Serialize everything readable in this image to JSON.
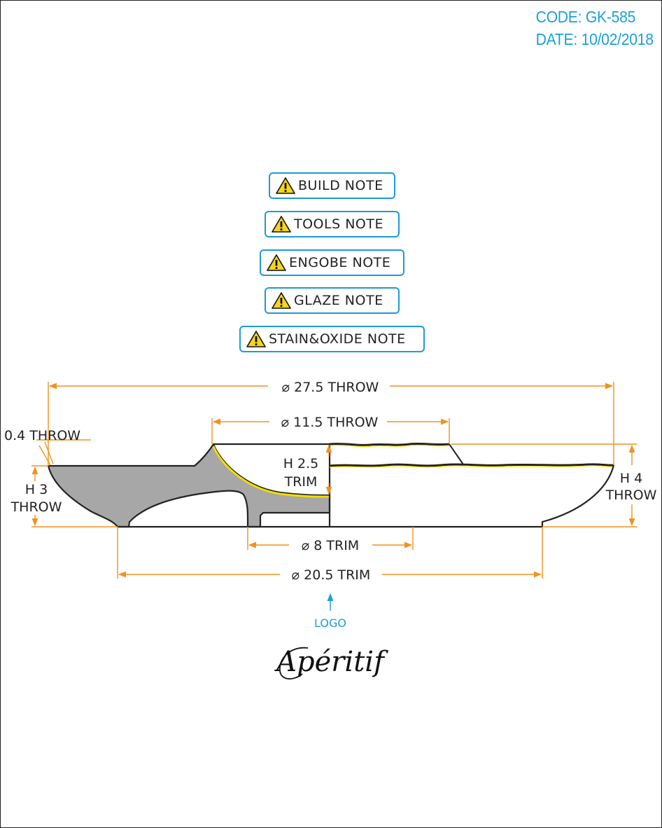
{
  "header": {
    "code": "CODE: GK-585",
    "date": "DATE: 10/02/2018"
  },
  "notes": [
    {
      "label": "BUILD NOTE",
      "icon": "warning-icon"
    },
    {
      "label": "TOOLS NOTE",
      "icon": "warning-icon"
    },
    {
      "label": "ENGOBE NOTE",
      "icon": "warning-icon"
    },
    {
      "label": "GLAZE NOTE",
      "icon": "warning-icon"
    },
    {
      "label": "STAIN&OXIDE NOTE",
      "icon": "warning-icon"
    }
  ],
  "dimensions": {
    "overall_diameter": "⌀ 27.5 THROW",
    "inner_diameter": "⌀ 11.5 THROW",
    "rim_thickness": "0.4 THROW",
    "left_height_value": "H 3",
    "left_height_unit": "THROW",
    "inner_height_value": "H 2.5",
    "inner_height_unit": "TRIM",
    "right_height_value": "H 4",
    "right_height_unit": "THROW",
    "foot_diameter": "⌀ 8 TRIM",
    "base_diameter": "⌀ 20.5 TRIM"
  },
  "logo": {
    "label": "LOGO",
    "brand": "Apéritif"
  },
  "colors": {
    "dimension": "#f0921e",
    "accent": "#1aa0d8",
    "section_fill": "#a7a7a7",
    "glaze_edge": "#f2dd00",
    "outline": "#222222"
  }
}
